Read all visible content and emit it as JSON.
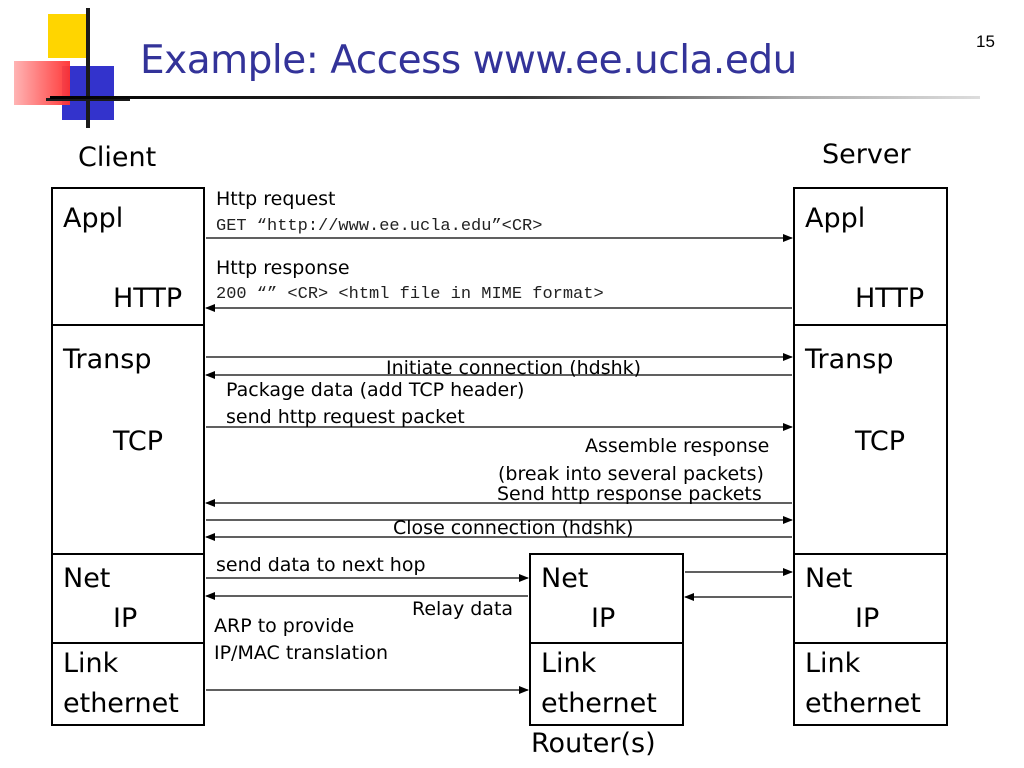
{
  "slide": {
    "title": "Example: Access www.ee.ucla.edu",
    "page_number": "15"
  },
  "client": {
    "caption": "Client",
    "appl": "Appl",
    "http": "HTTP",
    "transp": "Transp",
    "tcp": "TCP",
    "net": "Net",
    "ip": "IP",
    "link": "Link",
    "ethernet": "ethernet"
  },
  "server": {
    "caption": "Server",
    "appl": "Appl",
    "http": "HTTP",
    "transp": "Transp",
    "tcp": "TCP",
    "net": "Net",
    "ip": "IP",
    "link": "Link",
    "ethernet": "ethernet"
  },
  "router": {
    "caption": "Router(s)",
    "net": "Net",
    "ip": "IP",
    "link": "Link",
    "ethernet": "ethernet"
  },
  "messages": {
    "http_request": "Http request",
    "get_line": "GET “http://www.ee.ucla.edu”<CR>",
    "http_response": "Http response",
    "response_line": "200 “” <CR> <html file in MIME format>",
    "initiate": "Initiate connection (hdshk)",
    "package": "Package data (add TCP header)",
    "send_request": "send http request packet",
    "assemble": "Assemble response",
    "break_packets": "(break into several packets)",
    "send_response": "Send http response packets",
    "close": "Close connection (hdshk)",
    "next_hop": "send data to next hop",
    "relay": "Relay data",
    "arp1": "ARP to provide",
    "arp2": "IP/MAC translation"
  }
}
